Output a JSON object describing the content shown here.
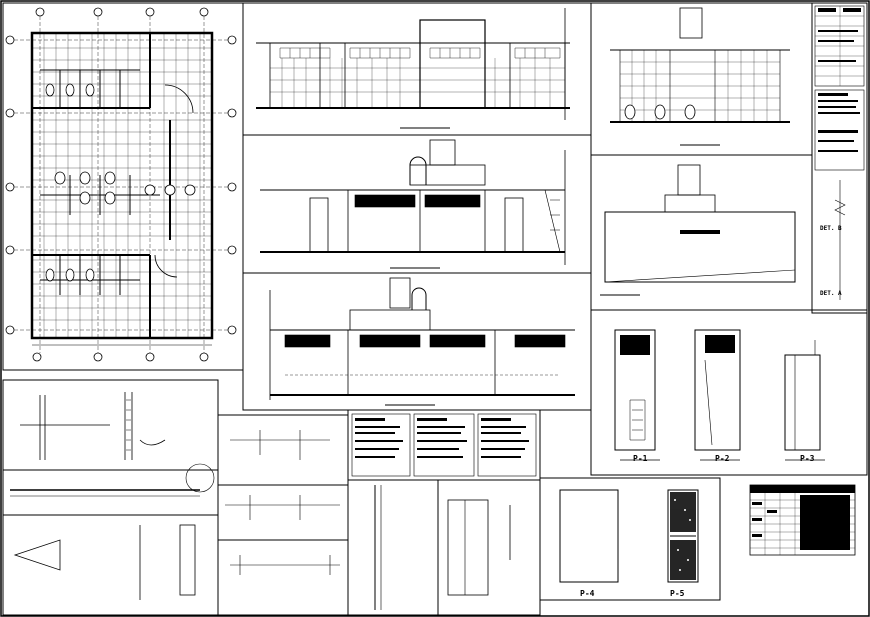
{
  "sheet": {
    "background": "#ffffff",
    "ink": "#000000",
    "views": [
      "floor-plan",
      "elevation-top",
      "elevation-middle",
      "elevation-lower",
      "section-right-top",
      "section-right-mid",
      "door-details",
      "detail-panels",
      "title-block",
      "schedule-table"
    ]
  },
  "door_labels": {
    "p1": "P-1",
    "p2": "P-2",
    "p3": "P-3",
    "p4": "P-4",
    "p5": "P-5"
  },
  "detail_labels": {
    "det_a": "DET. B",
    "det_b": "DET. A"
  },
  "colors": {
    "line": "#000000",
    "paper": "#ffffff"
  }
}
